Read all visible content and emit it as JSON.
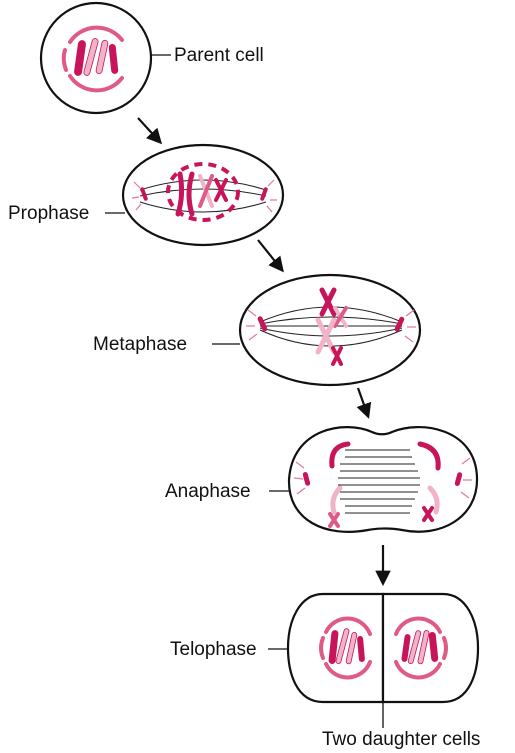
{
  "labels": {
    "parent": "Parent cell",
    "prophase": "Prophase",
    "metaphase": "Metaphase",
    "anaphase": "Anaphase",
    "telophase": "Telophase",
    "daughters": "Two daughter cells"
  },
  "colors": {
    "chromosome_dark": "#c8145a",
    "chromosome_mid": "#e05a86",
    "chromosome_light": "#f0b3c8",
    "outline": "#111111"
  }
}
